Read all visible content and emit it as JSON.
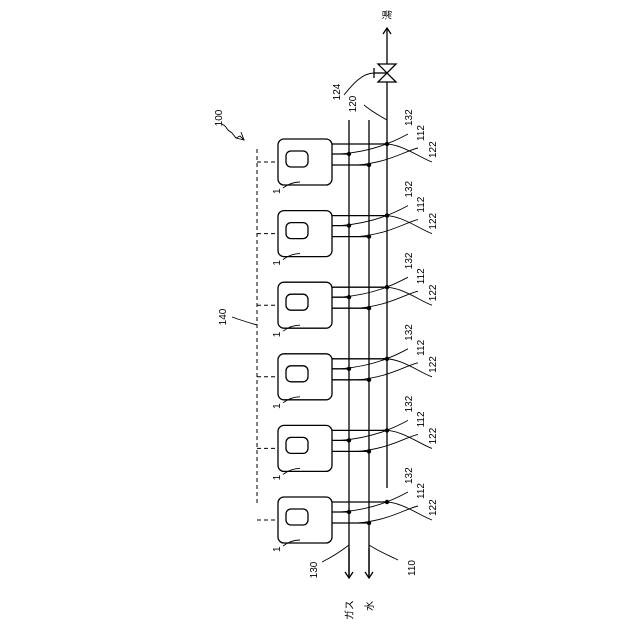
{
  "labels": {
    "system": "100",
    "water_pipe": "110",
    "hot_water_pipe": "120",
    "gas_pipe": "130",
    "controller_link": "140",
    "valve": "124",
    "hot_water_out": "湯",
    "gas_in": "ガス",
    "water_in": "水"
  },
  "units": [
    {
      "unit_label": "1",
      "gas_branch": "132",
      "water_branch": "112",
      "hot_branch": "122"
    },
    {
      "unit_label": "1",
      "gas_branch": "132",
      "water_branch": "112",
      "hot_branch": "122"
    },
    {
      "unit_label": "1",
      "gas_branch": "132",
      "water_branch": "112",
      "hot_branch": "122"
    },
    {
      "unit_label": "1",
      "gas_branch": "132",
      "water_branch": "112",
      "hot_branch": "122"
    },
    {
      "unit_label": "1",
      "gas_branch": "132",
      "water_branch": "112",
      "hot_branch": "122"
    },
    {
      "unit_label": "1",
      "gas_branch": "132",
      "water_branch": "112",
      "hot_branch": "122"
    }
  ],
  "colors": {
    "line": "#000000",
    "background": "#ffffff"
  }
}
